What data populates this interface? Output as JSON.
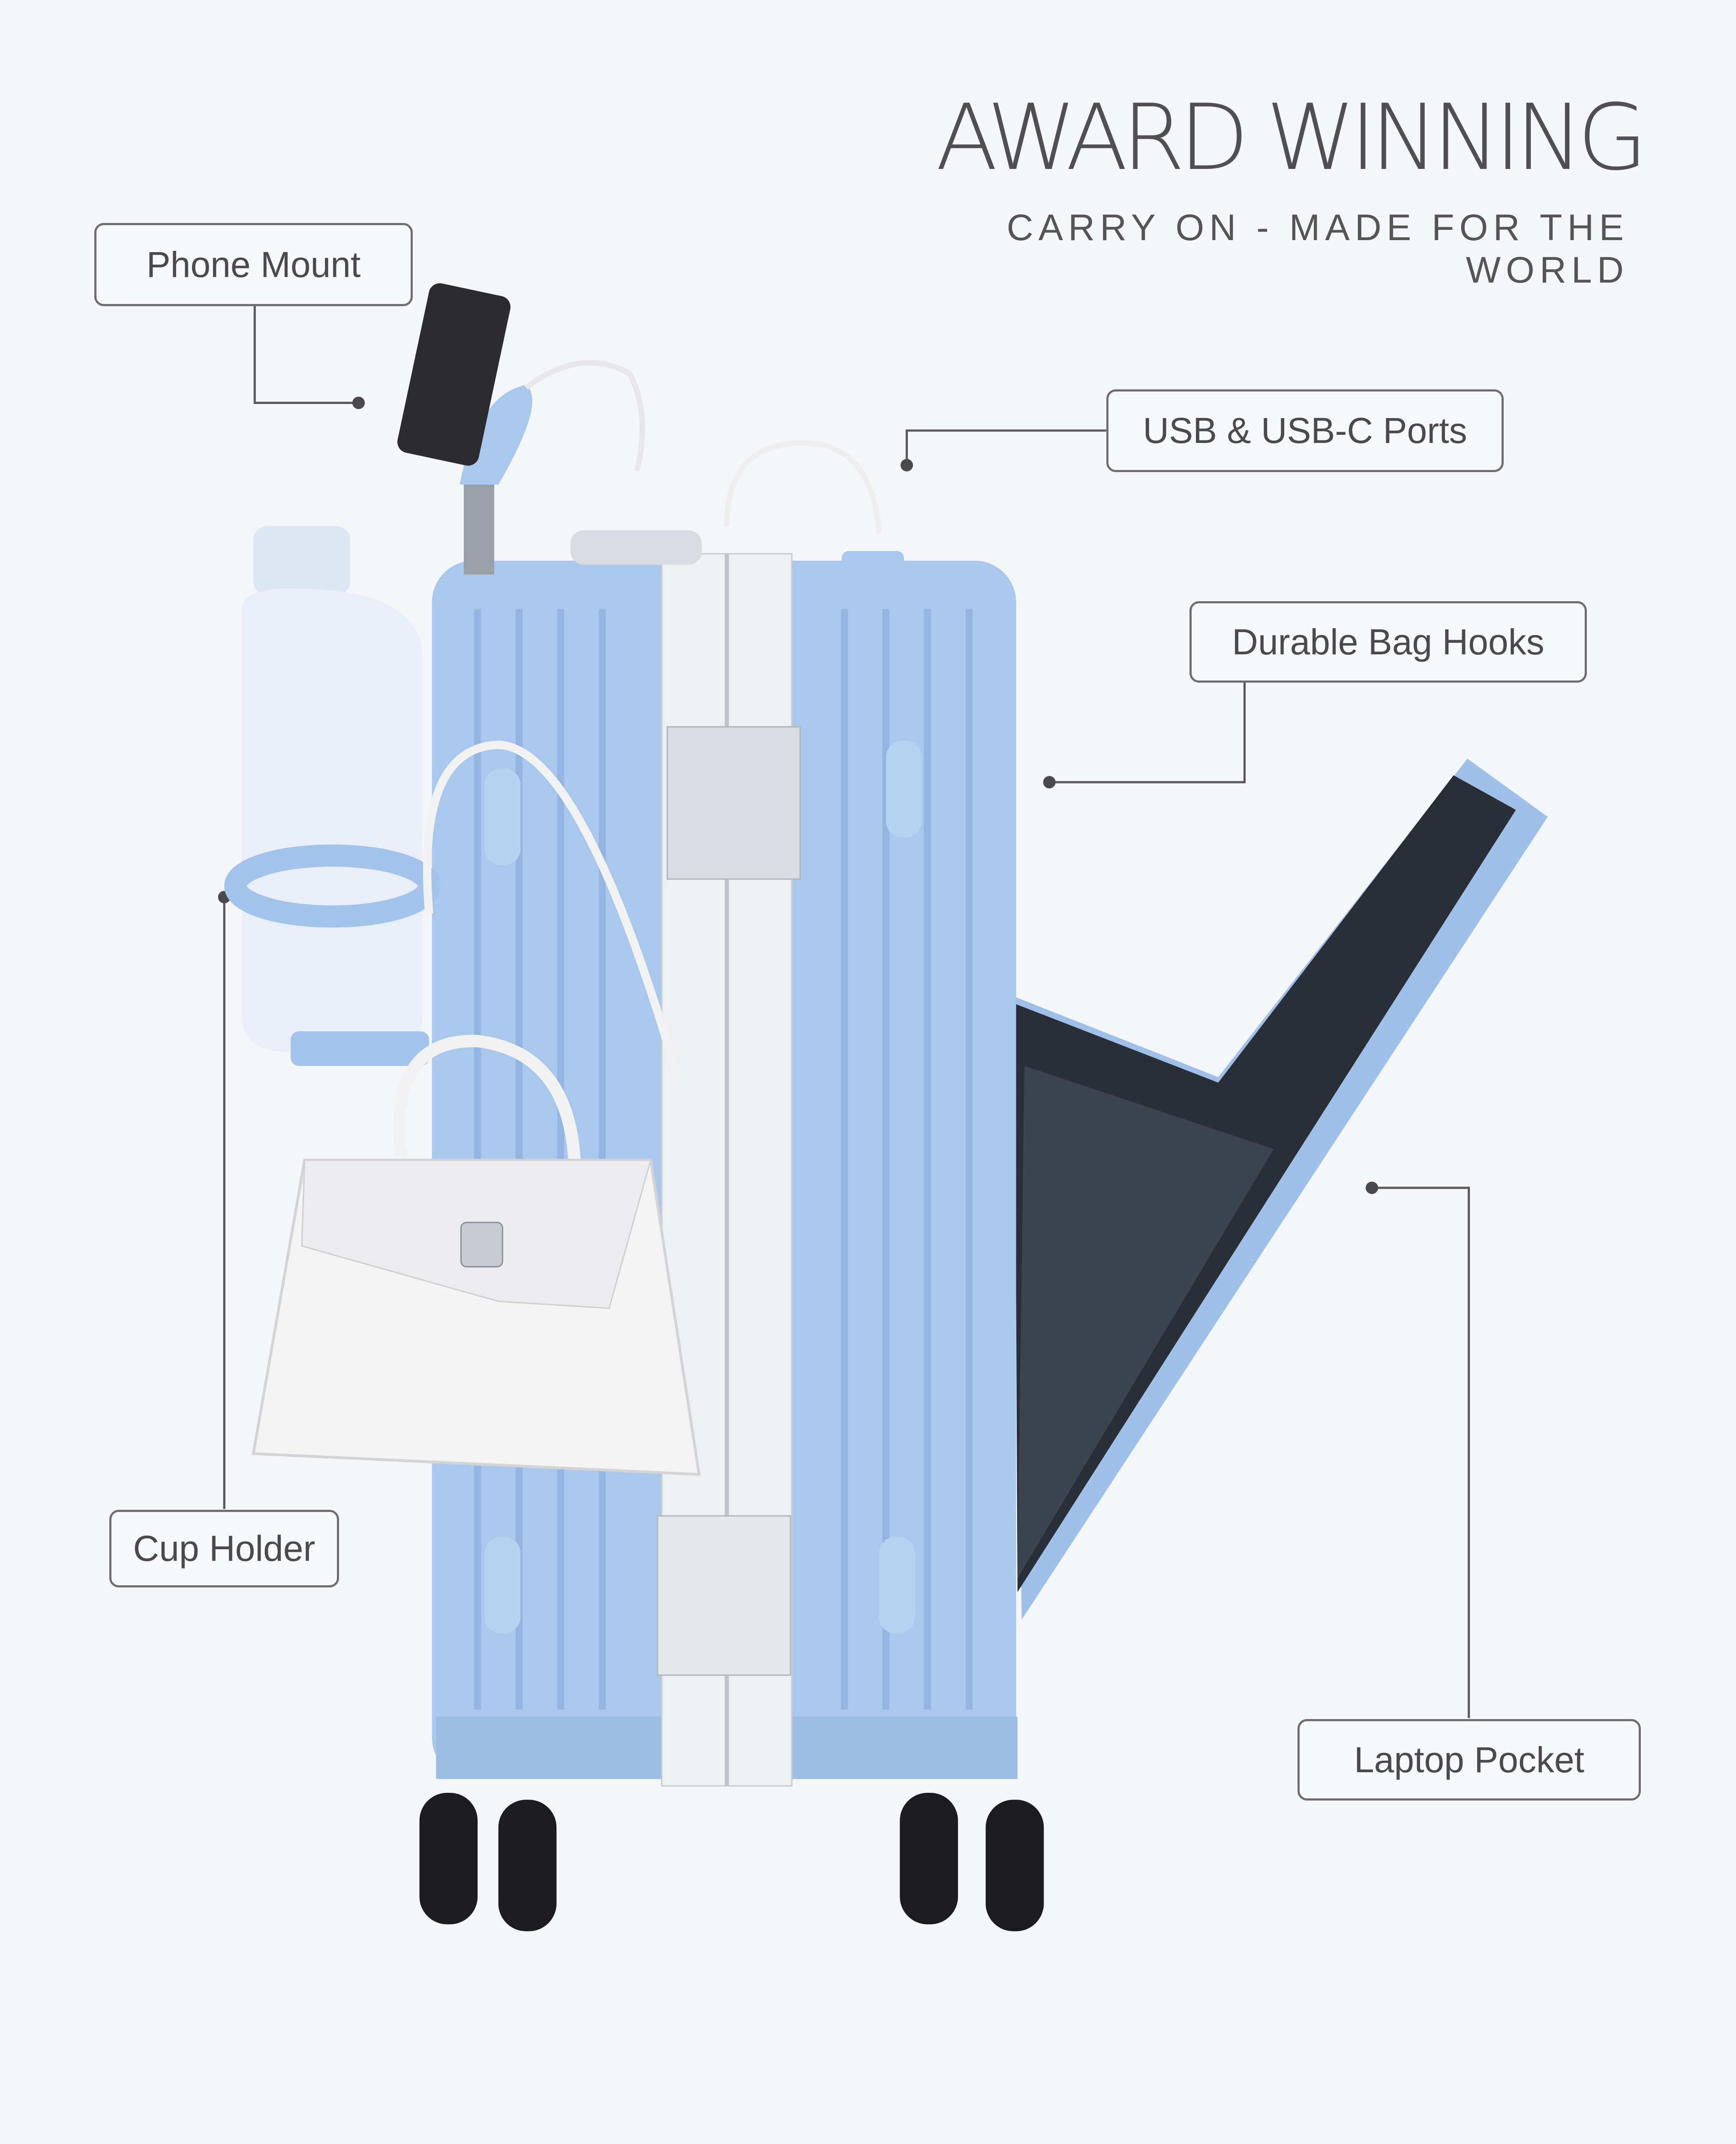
{
  "header": {
    "title": "AWARD WINNING",
    "subtitle": "CARRY ON - MADE FOR THE WORLD"
  },
  "callouts": [
    {
      "label": "Phone Mount"
    },
    {
      "label": "USB & USB-C Ports"
    },
    {
      "label": "Durable Bag Hooks"
    },
    {
      "label": "Cup Holder"
    },
    {
      "label": "Laptop Pocket"
    }
  ],
  "colors": {
    "background": "#f5f6fa",
    "suitcase": "#a9c8ec",
    "frame": "#f2f3f5",
    "text": "#4a4a4e",
    "leader_line": "#555555"
  }
}
